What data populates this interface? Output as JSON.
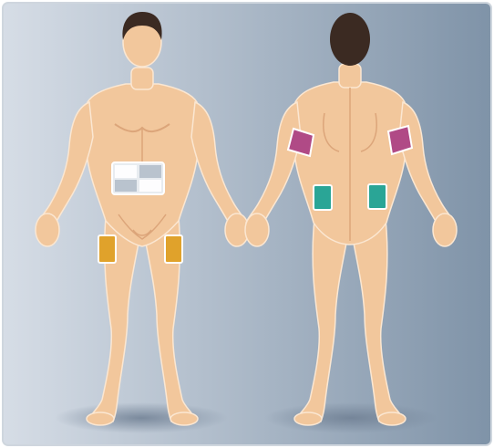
{
  "figures": [
    {
      "view": "front",
      "sites": [
        {
          "name": "abdomen",
          "color": "#e8ecf0"
        },
        {
          "name": "thigh-right",
          "color": "#e0a22b"
        },
        {
          "name": "thigh-left",
          "color": "#e0a22b"
        }
      ]
    },
    {
      "view": "back",
      "sites": [
        {
          "name": "upper-arm-left",
          "color": "#b04a86"
        },
        {
          "name": "upper-arm-right",
          "color": "#b04a86"
        },
        {
          "name": "buttock-left",
          "color": "#2aa596"
        },
        {
          "name": "buttock-right",
          "color": "#2aa596"
        }
      ]
    }
  ],
  "colors": {
    "skin": "#f2c79c",
    "skin_shade": "#dca57a",
    "hair": "#3b2a22",
    "background_left": "#d6dde6",
    "background_right": "#7f93a8",
    "floor_shadow": "#6f7f93"
  }
}
